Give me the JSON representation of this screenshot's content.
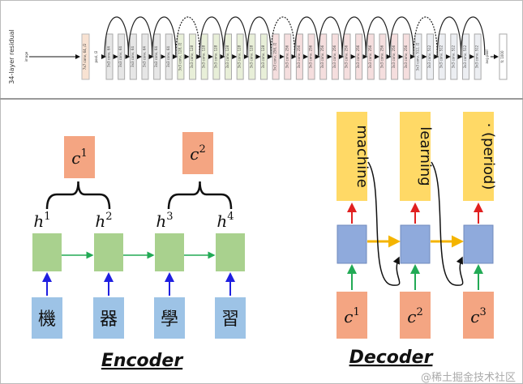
{
  "resnet": {
    "title": "34-layer residual",
    "input": "image",
    "first_layer": "7x7 conv, 64, /2",
    "pool": "pool, /2",
    "layers": [
      "3x3 conv, 64",
      "3x3 conv, 64",
      "3x3 conv, 64",
      "3x3 conv, 64",
      "3x3 conv, 64",
      "3x3 conv, 64",
      "3x3 conv, 128, /2",
      "3x3 conv, 128",
      "3x3 conv, 128",
      "3x3 conv, 128",
      "3x3 conv, 128",
      "3x3 conv, 128",
      "3x3 conv, 128",
      "3x3 conv, 128",
      "3x3 conv, 256, /2",
      "3x3 conv, 256",
      "3x3 conv, 256",
      "3x3 conv, 256",
      "3x3 conv, 256",
      "3x3 conv, 256",
      "3x3 conv, 256",
      "3x3 conv, 256",
      "3x3 conv, 256",
      "3x3 conv, 256",
      "3x3 conv, 256",
      "3x3 conv, 256",
      "3x3 conv, 512, /2",
      "3x3 conv, 512",
      "3x3 conv, 512",
      "3x3 conv, 512",
      "3x3 conv, 512",
      "3x3 conv, 512"
    ],
    "avg_pool": "avg pool",
    "fc": "fc 1000",
    "colors": {
      "64": "#e6e6e6",
      "128": "#e8efd8",
      "256": "#f5dede",
      "512": "#eceef2",
      "first": "#f8e2d2"
    }
  },
  "encoder": {
    "label": "Encoder",
    "contexts": [
      {
        "base": "c",
        "sup": "1"
      },
      {
        "base": "c",
        "sup": "2"
      }
    ],
    "hidden": [
      {
        "base": "h",
        "sup": "1"
      },
      {
        "base": "h",
        "sup": "2"
      },
      {
        "base": "h",
        "sup": "3"
      },
      {
        "base": "h",
        "sup": "4"
      }
    ],
    "inputs": [
      "機",
      "器",
      "學",
      "習"
    ]
  },
  "decoder": {
    "label": "Decoder",
    "outputs": [
      "machine",
      "learning",
      "· (period)"
    ],
    "contexts": [
      {
        "base": "c",
        "sup": "1"
      },
      {
        "base": "c",
        "sup": "2"
      },
      {
        "base": "c",
        "sup": "3"
      }
    ]
  },
  "watermark": "@稀土掘金技术社区"
}
